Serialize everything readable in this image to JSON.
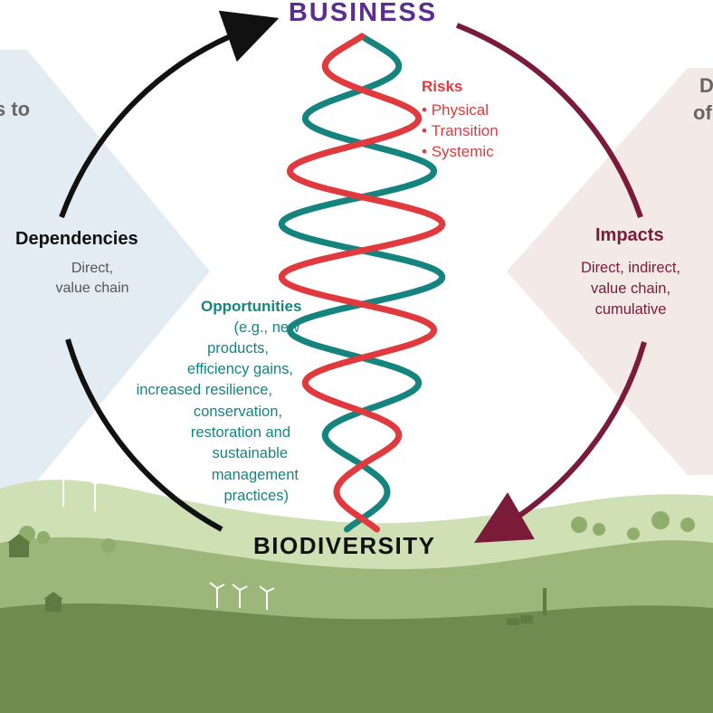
{
  "diagram": {
    "top_label": "BUSINESS",
    "bottom_label": "BIODIVERSITY",
    "side_text": {
      "left_partial": "s to",
      "right_partial_line1": "D",
      "right_partial_line2": "of"
    },
    "dependencies": {
      "title": "Dependencies",
      "lines": [
        "Direct,",
        "value chain"
      ]
    },
    "impacts": {
      "title": "Impacts",
      "lines": [
        "Direct, indirect,",
        "value chain,",
        "cumulative"
      ]
    },
    "risks": {
      "title": "Risks",
      "items": [
        "Physical",
        "Transition",
        "Systemic"
      ]
    },
    "opportunities": {
      "title": "Opportunities",
      "lines": [
        "(e.g., new",
        "products,",
        "efficiency gains,",
        "increased resilience,",
        "conservation,",
        "restoration and",
        "sustainable",
        "management",
        "practices)"
      ]
    },
    "colors": {
      "business": "#5b2d8e",
      "impacts": "#7a1b3a",
      "risks": "#e03a3e",
      "opportunities": "#16847e",
      "dependencies_arrow": "#111111",
      "landscape_light": "#cfe0b4",
      "landscape_mid": "#9db77a",
      "landscape_dark": "#6f8b4e"
    }
  }
}
